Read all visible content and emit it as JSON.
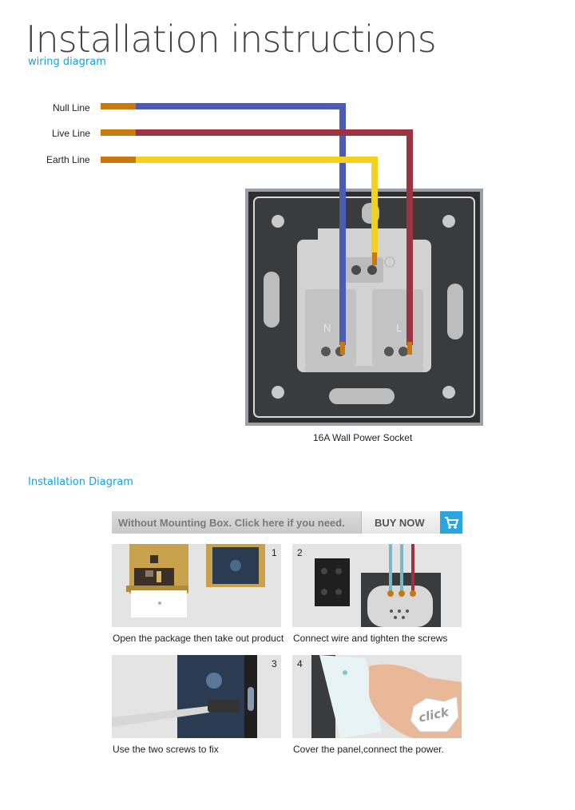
{
  "header": {
    "title": "Installation instructions",
    "subtitle": "wiring diagram"
  },
  "wiring": {
    "labels": [
      "Null Line",
      "Live Line",
      "Earth Line"
    ],
    "terminal_n": "N",
    "terminal_l": "L",
    "caption": "16A Wall Power Socket",
    "colors": {
      "null": "#4a5cb3",
      "live": "#9b3440",
      "earth": "#f2d21e",
      "copper": "#c87a10"
    }
  },
  "installation": {
    "heading": "Installation Diagram",
    "banner_text": "Without Mounting Box. Click here if you need.",
    "buy_now": "BUY NOW",
    "accent": "#2aa5de",
    "steps": [
      {
        "number": "1",
        "caption": "Open the package then take out product"
      },
      {
        "number": "2",
        "caption": "Connect wire and tighten the screws"
      },
      {
        "number": "3",
        "caption": "Use the two screws to fix"
      },
      {
        "number": "4",
        "caption": "Cover the panel,connect the power."
      }
    ],
    "click_text": "click"
  }
}
